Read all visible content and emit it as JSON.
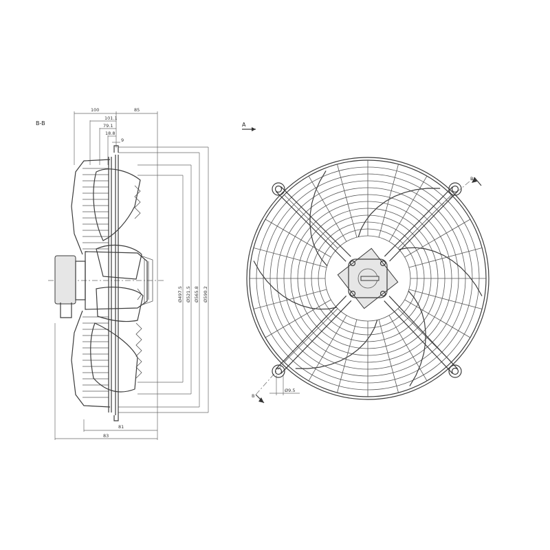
{
  "side_view": {
    "section_label": "B-B",
    "dims_top": {
      "d100": "100",
      "d85": "85",
      "d101_1": "101.1",
      "d79_1": "79.1",
      "d18_8": "18.8",
      "d9": "9"
    },
    "dims_bottom": {
      "d81": "81",
      "d83": "83"
    },
    "diameters": {
      "d497": "Ø497.5",
      "d521": "Ø521.5",
      "d565": "Ø565.8",
      "d590": "Ø590.2"
    }
  },
  "front_view": {
    "view_label": "A",
    "section_marker_top": "B",
    "section_marker_bottom": "B",
    "hole_dim": "Ø9.5"
  }
}
